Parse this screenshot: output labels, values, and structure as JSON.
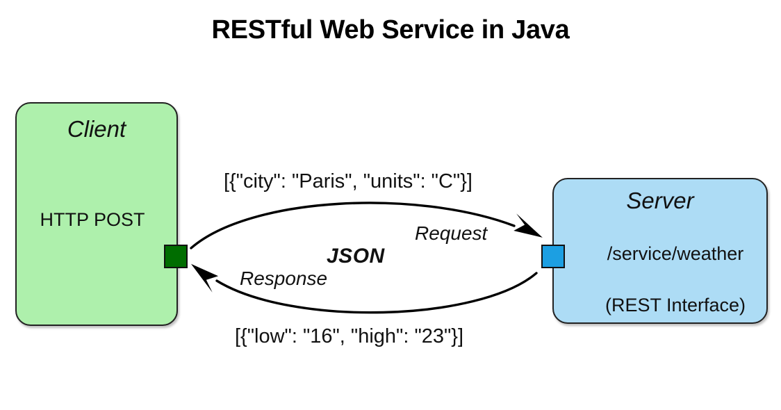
{
  "diagram": {
    "title": "RESTful Web Service in Java",
    "background_color": "#ffffff"
  },
  "nodes": {
    "client": {
      "title": "Client",
      "method_label": "HTTP POST",
      "fill_color": "#aef0ac",
      "border_color": "#222222",
      "port": {
        "name": "client-port",
        "color": "#006d00"
      }
    },
    "server": {
      "title": "Server",
      "path_label": "/service/weather",
      "interface_label": "(REST Interface)",
      "fill_color": "#addcf5",
      "border_color": "#222222",
      "port": {
        "name": "server-port",
        "color": "#1c9fe2"
      }
    }
  },
  "edges": {
    "payload_format": "JSON",
    "request": {
      "label": "Request",
      "payload": "[{\"city\": \"Paris\", \"units\": \"C\"}]",
      "direction": "client-to-server"
    },
    "response": {
      "label": "Response",
      "payload": "[{\"low\": \"16\", \"high\": \"23\"}]",
      "direction": "server-to-client"
    }
  }
}
